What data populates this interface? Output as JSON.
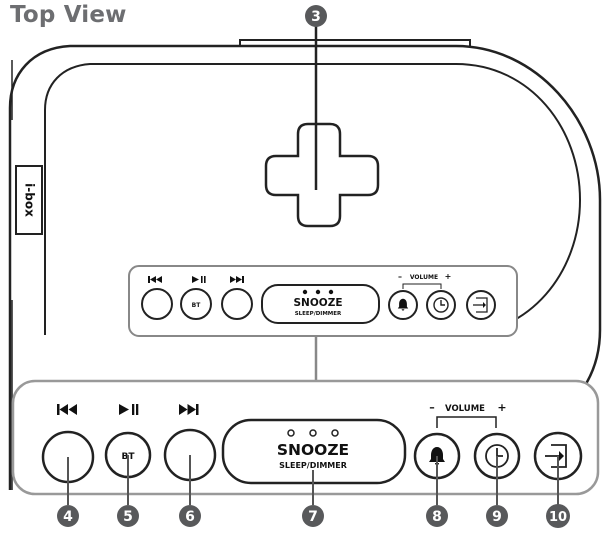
{
  "title": "Top View",
  "brand": "i-box",
  "top_panel": {
    "bt_label": "BT",
    "snooze_label": "SNOOZE",
    "sleep_dimmer_label": "SLEEP/DIMMER",
    "volume_label": "VOLUME",
    "volume_minus": "–",
    "volume_plus": "+"
  },
  "zoom_panel": {
    "bt_label": "BT",
    "snooze_label": "SNOOZE",
    "sleep_dimmer_label": "SLEEP/DIMMER",
    "volume_label": "VOLUME",
    "volume_minus": "–",
    "volume_plus": "+"
  },
  "callouts": [
    "3",
    "4",
    "5",
    "6",
    "7",
    "8",
    "9",
    "10"
  ],
  "icons": [
    "previous-track-icon",
    "play-pause-icon",
    "next-track-icon",
    "alarm-bell-icon",
    "clock-icon",
    "input-source-icon"
  ]
}
